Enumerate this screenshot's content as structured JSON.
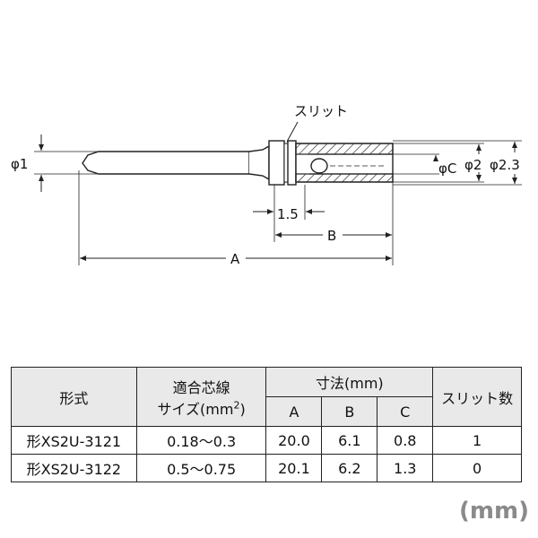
{
  "drawing": {
    "slit_label": "スリット",
    "phi1_label": "φ1",
    "phiC_label": "φC",
    "phi2_label": "φ2",
    "phi23_label": "φ2.3",
    "dim_15_label": "1.5",
    "dim_B_label": "B",
    "dim_A_label": "A"
  },
  "table": {
    "headers": {
      "model": "形式",
      "wire_size_line1": "適合芯線",
      "wire_size_line2": "サイズ(mm",
      "wire_size_sup": "2",
      "wire_size_close": ")",
      "dimensions": "寸法(mm)",
      "col_A": "A",
      "col_B": "B",
      "col_C": "C",
      "slit_count": "スリット数"
    },
    "rows": [
      {
        "model": "形XS2U-3121",
        "wire_size": "0.18〜0.3",
        "A": "20.0",
        "B": "6.1",
        "C": "0.8",
        "slits": "1"
      },
      {
        "model": "形XS2U-3122",
        "wire_size": "0.5〜0.75",
        "A": "20.1",
        "B": "6.2",
        "C": "1.3",
        "slits": "0"
      }
    ]
  },
  "units_label": "(mm)"
}
